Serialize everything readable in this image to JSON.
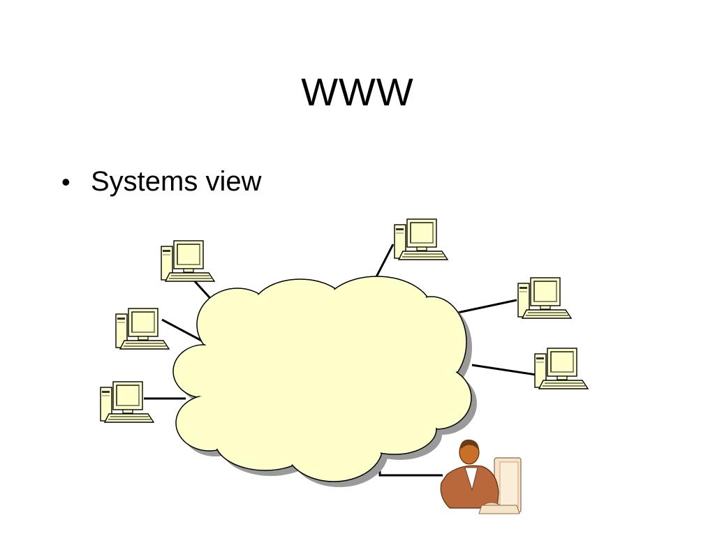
{
  "slide": {
    "title": "WWW",
    "bullets": [
      {
        "marker": "•",
        "text": "Systems view"
      }
    ]
  },
  "diagram": {
    "nodes": [
      {
        "id": "internet",
        "kind": "cloud",
        "icon": "cloud-icon"
      },
      {
        "id": "pc-1",
        "kind": "computer",
        "icon": "desktop-computer-icon"
      },
      {
        "id": "pc-2",
        "kind": "computer",
        "icon": "desktop-computer-icon"
      },
      {
        "id": "pc-3",
        "kind": "computer",
        "icon": "desktop-computer-icon"
      },
      {
        "id": "pc-4",
        "kind": "computer",
        "icon": "desktop-computer-icon"
      },
      {
        "id": "pc-5",
        "kind": "computer",
        "icon": "desktop-computer-icon"
      },
      {
        "id": "pc-6",
        "kind": "computer",
        "icon": "desktop-computer-icon"
      },
      {
        "id": "user",
        "kind": "person-at-computer",
        "icon": "user-at-computer-icon"
      }
    ],
    "edges": [
      [
        "internet",
        "pc-1"
      ],
      [
        "internet",
        "pc-2"
      ],
      [
        "internet",
        "pc-3"
      ],
      [
        "internet",
        "pc-4"
      ],
      [
        "internet",
        "pc-5"
      ],
      [
        "internet",
        "pc-6"
      ],
      [
        "internet",
        "user"
      ]
    ]
  },
  "colors": {
    "cloud_fill": "#ffffcc",
    "cloud_shadow": "#999999",
    "computer_fill": "#ffffcc",
    "line": "#000000",
    "person_skin": "#c8702a",
    "person_suit": "#b8683a"
  }
}
